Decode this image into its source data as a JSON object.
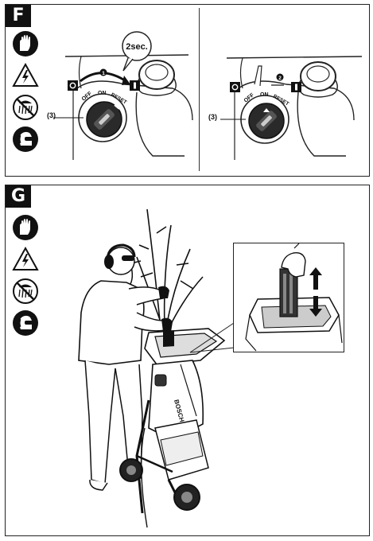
{
  "panel_f": {
    "tag": "F",
    "left_diagram": {
      "time_label": "2sec.",
      "step_label": "1",
      "switch_off": "OFF",
      "switch_on": "ON",
      "switch_reset": "RESET",
      "callout": "(3)"
    },
    "right_diagram": {
      "step_label": "2",
      "switch_off": "OFF",
      "switch_on": "ON",
      "switch_reset": "RESET",
      "callout": "(3)"
    }
  },
  "panel_g": {
    "tag": "G",
    "brand": "BOSCH"
  },
  "safety_icons": [
    "gloves-icon",
    "high-voltage-icon",
    "no-rain-icon",
    "ear-and-eye-protection-icon"
  ]
}
